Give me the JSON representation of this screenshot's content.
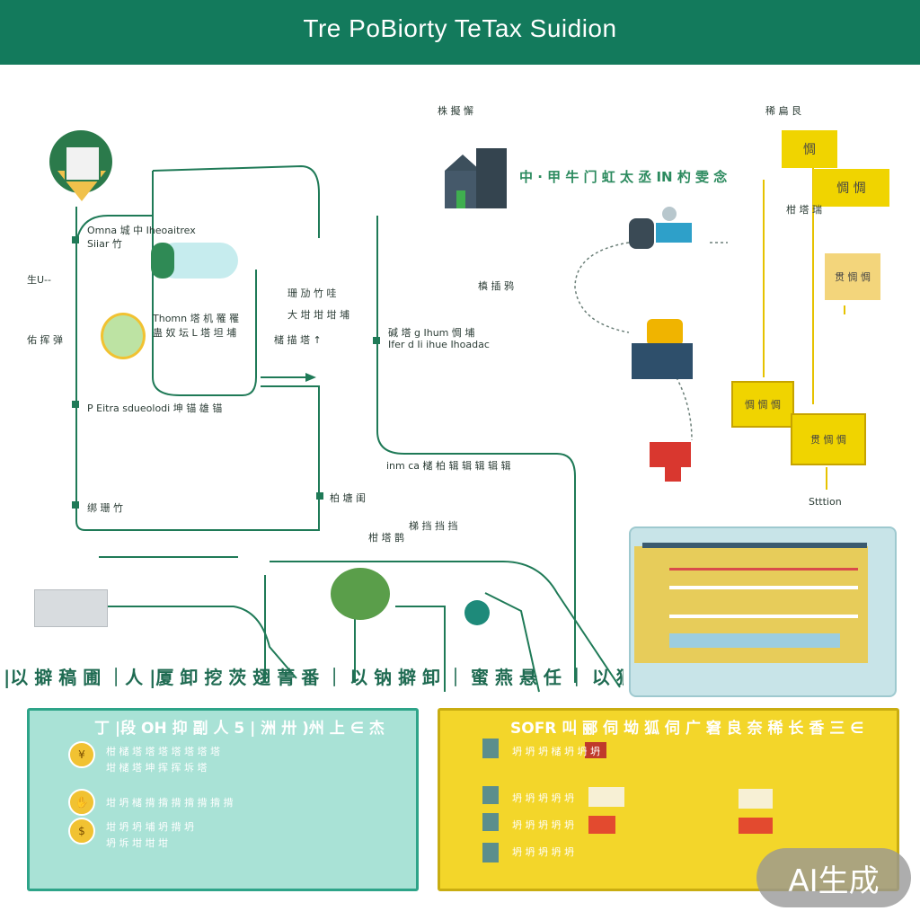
{
  "header": {
    "title": "Tre PoBiorty TeTax Suidion"
  },
  "labels": {
    "top_center": "株 擬 懈",
    "top_right": "稀 扁 艮",
    "house_caption": "中 · 甲 牛 门 虹 太 丞 IN 杓 雯 念",
    "left_a1": "Omna 城 中 Iheoaitrex",
    "left_a2": "Siiar 竹",
    "left_b": "生U--",
    "left_c": "佑 挥 弹",
    "left_d1": "Thomn 塔 机 罹 罹",
    "left_d2": "蛊 奴 坛 L 塔 坦 埔",
    "left_e": "P Eitra sdueolodi 坤 锚 雄 锚",
    "left_f": "绑 珊 竹",
    "mid_a1": "珊 劢 竹 哇",
    "mid_a2": "大 坩 坩 坩 埔",
    "mid_a3": "槠 描 塔 ↑",
    "mid_b1": "碱 塔 g Ihum 惆 埔",
    "mid_b2": "Ifer d Ii ihue Ihoadac",
    "mid_c": "柏 塘 闺",
    "mid_d": "inm ca 槠 柏 辑 辑 辑 辑 辑",
    "mid_e": "梯 挡 挡 挡",
    "right_a": "槙 插 鸦",
    "right_b": "柑 塔 瑞",
    "right_c": "Stttion",
    "bottom_left_caption": "柑 塔 鹊",
    "big_row": "|以 擗 稿 圃 ｜人 |厦 卸 挖 茨 翅 菁 番 ｜ 以 钠 擗 卸 ｜ 蜜 燕 悬 任 ｜ 以 狠 卸 饥 ｜"
  },
  "yellow_boxes": {
    "box1": "惆",
    "box2": "惆 惆",
    "box3": "贯 惆 惆",
    "box4": "惆 惆 惆",
    "box5": "贯 惆 惆"
  },
  "panel_left": {
    "title": "丁 |段 OH 抑 副 人 5 | 洲 卅 )州 上 ∈ 杰",
    "lines": [
      "柑 槠 塔 塔 塔 塔 塔 塔 塔",
      "坩 槠 塔 坤 挥 挥 坼 塔",
      "坩 坍 槠 揹 揹 揹 揹 揹 揹 揹",
      "坩 坍 坍 埔 坍 揹 坍",
      "坍 坼 坩 坩 坩"
    ]
  },
  "panel_right": {
    "title": "SOFR 叫 郦 伺 坳 狐 伺 广 窘 良 奈 稀 长 香 三 ∈",
    "lines": [
      "坍 坍 坍 槠 坍 坍 坍",
      "坍 坍 坍 坍 坍",
      "坍 坍 坍 坍 坍",
      "坍 坍 坍 坍 坍"
    ]
  },
  "watermark": "AI生成",
  "colors": {
    "brand": "#137a5c",
    "line": "#1f7a57",
    "yellow": "#f0d400",
    "teal": "#a9e2d6"
  }
}
